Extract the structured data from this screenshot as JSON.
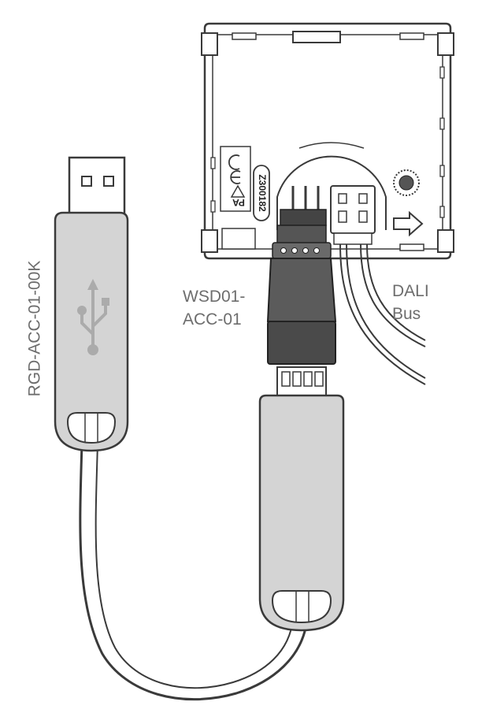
{
  "labels": {
    "interface_name_line1": "WSD01-",
    "interface_name_line2": "ACC-01",
    "bus_line1": "DALI",
    "bus_line2": "Bus",
    "usb_adapter": "RGD-ACC-01-00K",
    "device_code": "Z300182",
    "material_mark": "PA"
  },
  "icons": {
    "usb_logo": "usb-trident-icon",
    "ce_mark": "ce-mark-icon",
    "recycle_mark": "recycle-triangle-icon",
    "dial": "rotary-address-dial-icon",
    "arrow": "right-arrow-icon"
  },
  "colors": {
    "line": "#3a3a3a",
    "body_grey": "#d4d4d4",
    "connector_dark": "#5b5b5b",
    "connector_darker": "#3c3c3c",
    "label_text": "#6d6d6d"
  }
}
